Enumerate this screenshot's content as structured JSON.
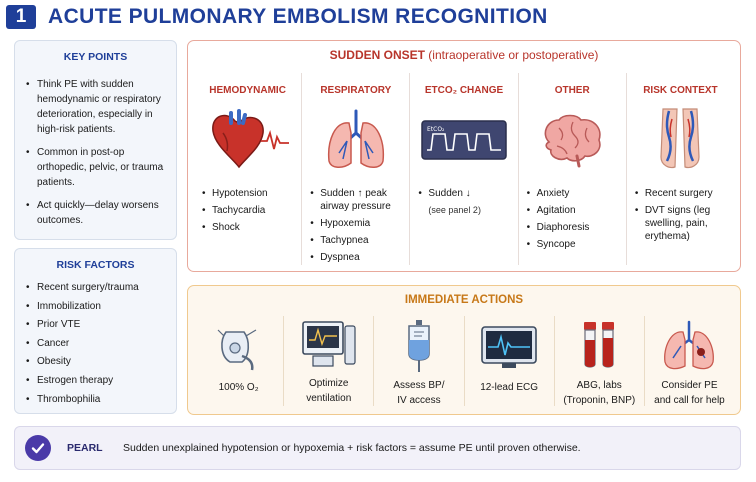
{
  "header": {
    "number": "1",
    "title": "ACUTE PULMONARY EMBOLISM RECOGNITION"
  },
  "key_points": {
    "title": "KEY POINTS",
    "items": [
      "Think PE with sudden hemodynamic or respiratory deterioration, especially in high-risk patients.",
      "Common in post-op orthopedic, pelvic, or trauma patients.",
      "Act quickly—delay worsens outcomes."
    ]
  },
  "risk_factors": {
    "title": "RISK FACTORS",
    "items": [
      "Recent surgery/trauma",
      "Immobilization",
      "Prior VTE",
      "Cancer",
      "Obesity",
      "Estrogen therapy",
      "Thrombophilia"
    ]
  },
  "onset": {
    "title_bold": "SUDDEN ONSET",
    "title_rest": " (intraoperative or postoperative)",
    "columns": [
      {
        "head": "HEMODYNAMIC",
        "icon": "heart-icon",
        "items": [
          "Hypotension",
          "Tachycardia",
          "Shock"
        ]
      },
      {
        "head": "RESPIRATORY",
        "icon": "lungs-icon",
        "items": [
          "Sudden ↑ peak airway pressure",
          "Hypoxemia",
          "Tachypnea",
          "Dyspnea"
        ]
      },
      {
        "head": "ETCO₂ CHANGE",
        "icon": "capnography-icon",
        "monitor_label": "EtCO₂",
        "items": [
          "Sudden ↓"
        ],
        "sub": "(see panel 2)"
      },
      {
        "head": "OTHER",
        "icon": "brain-icon",
        "items": [
          "Anxiety",
          "Agitation",
          "Diaphoresis",
          "Syncope"
        ]
      },
      {
        "head": "RISK CONTEXT",
        "icon": "legs-veins-icon",
        "items": [
          "Recent surgery",
          "DVT signs (leg swelling, pain, erythema)"
        ]
      }
    ]
  },
  "actions": {
    "title": "IMMEDIATE ACTIONS",
    "items": [
      {
        "label": "100% O₂",
        "icon": "oxygen-mask-icon"
      },
      {
        "label": "Optimize\nventilation",
        "icon": "ventilator-icon"
      },
      {
        "label": "Assess BP/\nIV access",
        "icon": "iv-bag-icon"
      },
      {
        "label": "12-lead ECG",
        "icon": "ecg-monitor-icon"
      },
      {
        "label": "ABG, labs\n(Troponin, BNP)",
        "icon": "blood-tubes-icon"
      },
      {
        "label": "Consider PE\nand call for help",
        "icon": "lungs-clot-icon"
      }
    ]
  },
  "pearl": {
    "label": "PEARL",
    "text": "Sudden unexplained hypotension or hypoxemia + risk factors = assume PE until proven otherwise."
  },
  "colors": {
    "navy": "#1f3f99",
    "red": "#b8352b",
    "orange": "#c77818",
    "purple": "#4a3aa8"
  }
}
